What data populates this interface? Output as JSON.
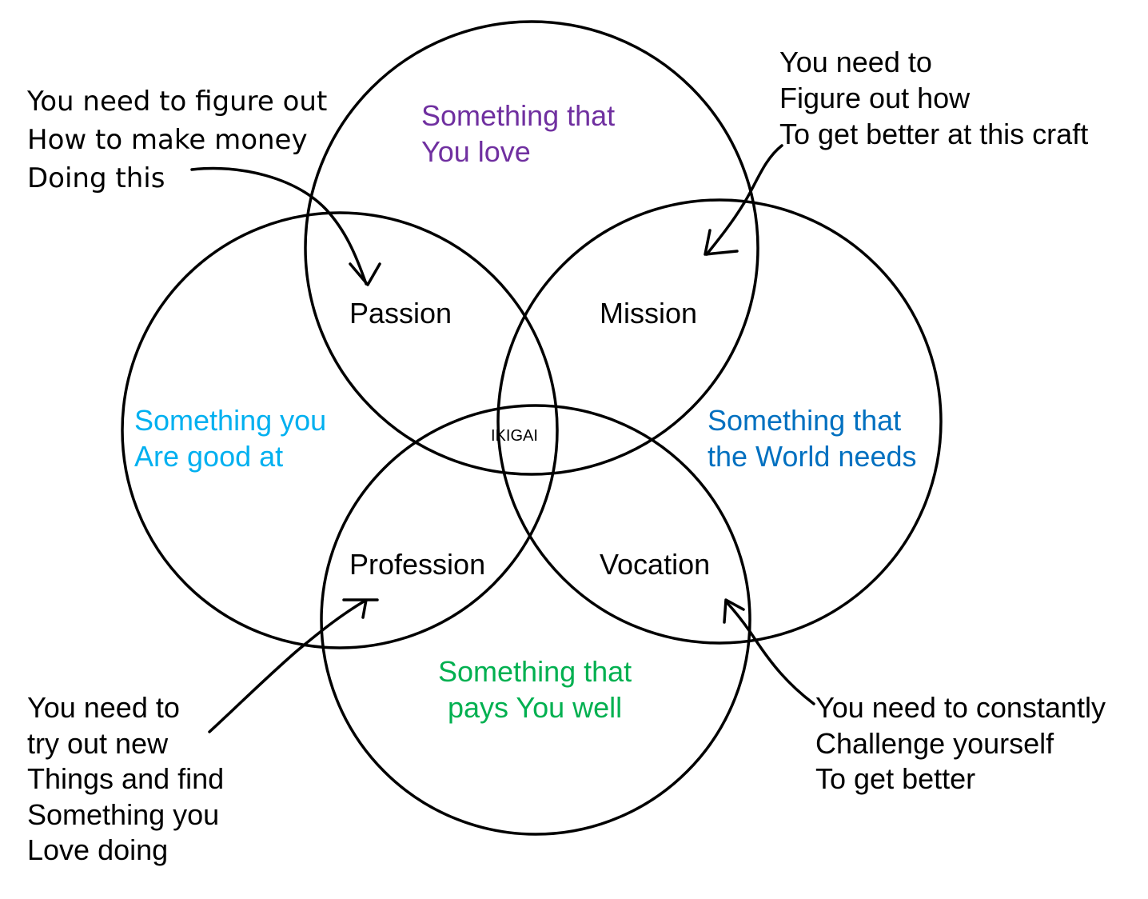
{
  "circles": {
    "love": {
      "lines": [
        "Something that",
        "You love"
      ],
      "color": "#7030a0"
    },
    "good_at": {
      "lines": [
        "Something you",
        "Are good at"
      ],
      "color": "#00b0f0"
    },
    "world_needs": {
      "lines": [
        "Something that",
        "the World needs"
      ],
      "color": "#0070c0"
    },
    "paid_for": {
      "lines": [
        "Something that",
        "pays You well"
      ],
      "color": "#00b050"
    }
  },
  "overlaps": {
    "passion": "Passion",
    "mission": "Mission",
    "profession": "Profession",
    "vocation": "Vocation",
    "center": "IKIGAI"
  },
  "notes": {
    "passion_note": [
      "You need to figure out",
      "How to make money",
      "Doing this"
    ],
    "mission_note": [
      "You need to",
      "Figure out how",
      "To get better at this craft"
    ],
    "profession_note": [
      "You need to",
      "try out new",
      "Things and find",
      "Something you",
      "Love doing"
    ],
    "vocation_note": [
      "You need to constantly",
      "Challenge yourself",
      "To get better"
    ]
  }
}
